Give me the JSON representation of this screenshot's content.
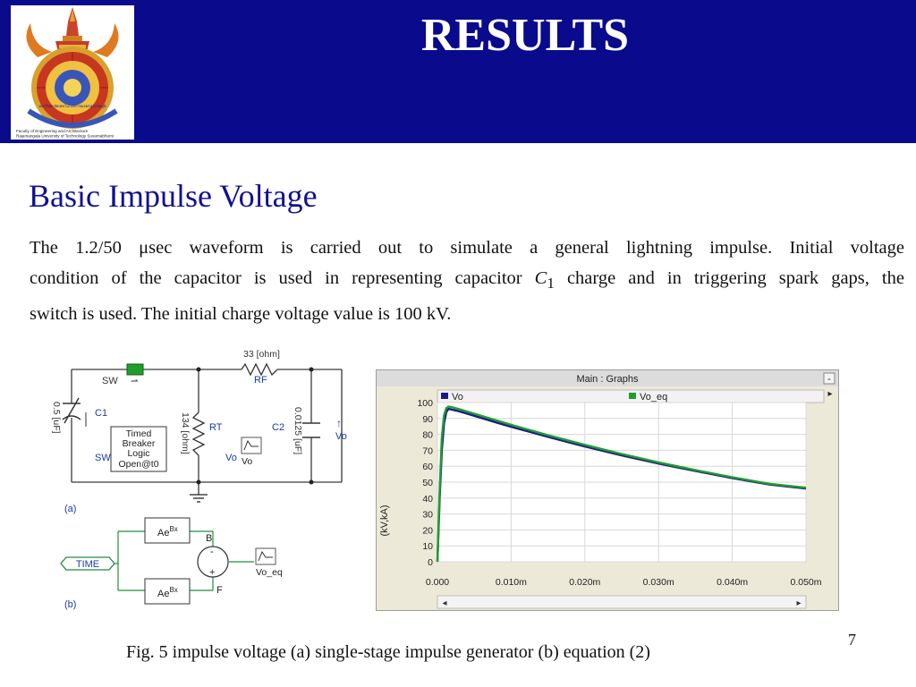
{
  "header": {
    "title": "RESULTS",
    "logo_caption_line1": "Faculty of Engineering and Architecture",
    "logo_caption_line2": "Rajamangala University of Technology Suvarnabhumi",
    "logo_ring_text": "มหาวิทยาลัยเทคโนโลยีราชมงคลสุวรรณภูมิ"
  },
  "section": {
    "heading": "Basic Impulse Voltage",
    "body_line1": "The 1.2/50 μsec waveform is carried out to simulate a general lightning impulse. Initial voltage",
    "body_line2a": "condition of the capacitor is used in representing capacitor ",
    "body_symbol": "C",
    "body_subscript": "1",
    "body_line2b": " charge and in triggering spark gaps, the",
    "body_line3": "switch is used. The initial charge voltage value is 100 kV."
  },
  "circuit": {
    "r_top_value": "33 [ohm]",
    "r_top_name": "RF",
    "switch_label": "SW",
    "c1_value": "0.5 [uF]",
    "c1_name": "C1",
    "logic_line1": "Timed",
    "logic_line2": "Breaker",
    "logic_line3": "Logic",
    "logic_line4": "Open@t0",
    "logic_sw": "SW",
    "rt_value": "134 [ohm]",
    "rt_name": "RT",
    "c2_value": "0.0125 [uF]",
    "c2_name": "C2",
    "meter_a_in": "Vo",
    "meter_a_out": "Vo",
    "vo_probe": "Vo",
    "label_a": "(a)",
    "time_label": "TIME",
    "func_label": "Ae",
    "func_exp": "Bx",
    "sum_b": "B",
    "sum_f": "F",
    "sum_minus": "-",
    "sum_plus": "+",
    "meter_b_out": "Vo_eq",
    "label_b": "(b)"
  },
  "graph": {
    "title": "Main : Graphs",
    "minimize": "-",
    "arrow": "▸",
    "scroll_left": "◂",
    "scroll_right": "▸"
  },
  "chart_data": {
    "type": "line",
    "title": "",
    "xlabel": "",
    "ylabel": "(kV,kA)",
    "xlim": [
      0,
      0.05
    ],
    "ylim": [
      0,
      100
    ],
    "x_ticks": [
      "0.000",
      "0.010m",
      "0.020m",
      "0.030m",
      "0.040m",
      "0.050m"
    ],
    "y_ticks": [
      "0",
      "10",
      "20",
      "30",
      "40",
      "50",
      "60",
      "70",
      "80",
      "90",
      "100"
    ],
    "grid": true,
    "legend_position": "top",
    "series": [
      {
        "name": "Vo",
        "color": "#1a1a8c",
        "x": [
          0,
          0.0003,
          0.0006,
          0.0009,
          0.0012,
          0.0015,
          0.002,
          0.0025,
          0.003,
          0.004,
          0.005,
          0.006,
          0.008,
          0.01,
          0.015,
          0.02,
          0.025,
          0.03,
          0.035,
          0.04,
          0.045,
          0.05
        ],
        "values": [
          0,
          40,
          70,
          87,
          94,
          96,
          95.5,
          95,
          94.4,
          93.1,
          91.7,
          90.3,
          87.5,
          84.8,
          78.4,
          72.4,
          66.8,
          61.7,
          57,
          52.6,
          48.6,
          46
        ]
      },
      {
        "name": "Vo_eq",
        "color": "#1f9e2a",
        "x": [
          0,
          0.0003,
          0.0006,
          0.0009,
          0.0012,
          0.0015,
          0.002,
          0.0025,
          0.003,
          0.004,
          0.005,
          0.006,
          0.008,
          0.01,
          0.015,
          0.02,
          0.025,
          0.03,
          0.035,
          0.04,
          0.045,
          0.05
        ],
        "values": [
          0,
          45,
          78,
          92,
          96.5,
          97.5,
          97,
          96.4,
          95.8,
          94.4,
          93,
          91.6,
          88.8,
          86,
          79.5,
          73.4,
          67.7,
          62.4,
          57.6,
          53.1,
          49,
          46.5
        ]
      }
    ]
  },
  "footer": {
    "caption": "Fig. 5 impulse voltage (a) single-stage impulse generator (b) equation (2)",
    "page_number": "7"
  },
  "colors": {
    "header_bg": "#0a0a8c",
    "heading_text": "#111193",
    "circuit_blue": "#1a3aa6",
    "circuit_green": "#1f8f3a"
  }
}
